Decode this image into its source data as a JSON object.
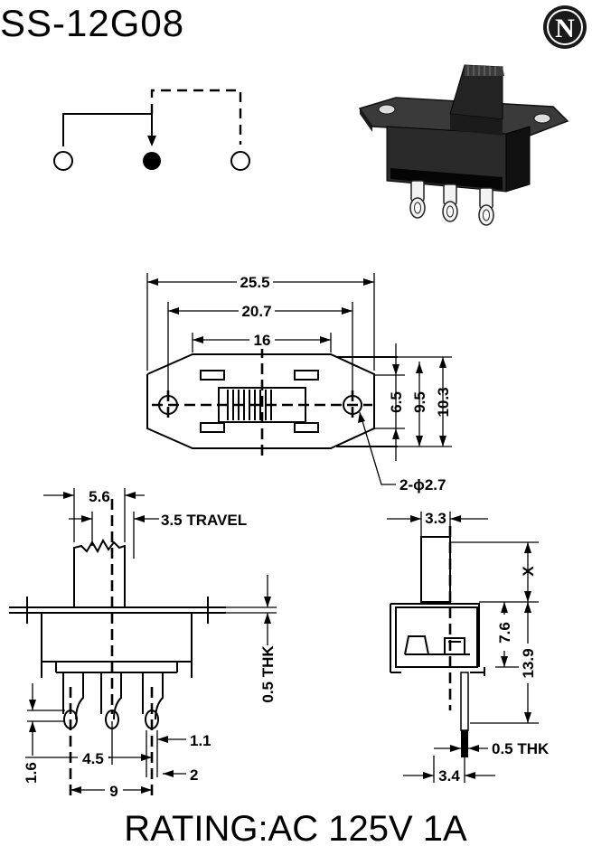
{
  "title": "SS-12G08",
  "rating": "RATING:AC 125V 1A",
  "logo": {
    "letter": "N",
    "color": "#1a1a1a"
  },
  "top_view": {
    "dim_overall": "25.5",
    "dim_holes": "20.7",
    "dim_inner": "16",
    "dim_h1": "6.5",
    "dim_h2": "9.5",
    "dim_h3": "10.3",
    "hole_callout": "2-ϕ2.7"
  },
  "front_view": {
    "dim_actuator": "5.6",
    "travel": "3.5 TRAVEL",
    "thk": "0.5 THK",
    "pin_gap": "1.1",
    "pin_width": "2",
    "pitch": "4.5",
    "span": "9",
    "offset": "1.6"
  },
  "side_view": {
    "dim_top": "3.3",
    "dim_x": "X",
    "dim_76": "7.6",
    "dim_139": "13.9",
    "thk": "0.5 THK",
    "dim_bottom": "3.4"
  }
}
